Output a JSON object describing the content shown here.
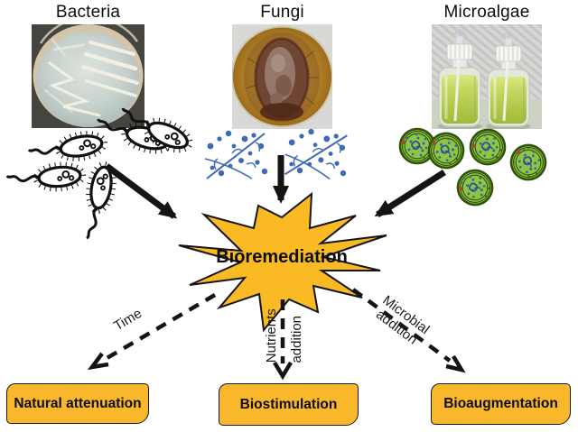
{
  "diagram": {
    "sources": [
      {
        "label": "Bacteria",
        "photo": "agar-plate-with-streaked-colonies",
        "illustration": "bacteria-cells"
      },
      {
        "label": "Fungi",
        "photo": "agar-plate-with-fungal-colony",
        "illustration": "hyphae-with-spores"
      },
      {
        "label": "Microalgae",
        "photo": "culture-bottles-with-green-algae",
        "illustration": "round-algae-cells"
      }
    ],
    "center": {
      "label": "Bioremediation"
    },
    "pathways": [
      {
        "arrow_label_lines": [
          "Time"
        ],
        "outcome": "Natural attenuation"
      },
      {
        "arrow_label_lines": [
          "Nutrients",
          "addition"
        ],
        "outcome": "Biostimulation"
      },
      {
        "arrow_label_lines": [
          "Microbial",
          "addition"
        ],
        "outcome": "Bioaugmentation"
      }
    ],
    "colors": {
      "accent_gold": "#F9BA24",
      "outline": "#151515",
      "fungi_blue": "#3D69B5",
      "algae_green": "#8DC63F"
    }
  }
}
